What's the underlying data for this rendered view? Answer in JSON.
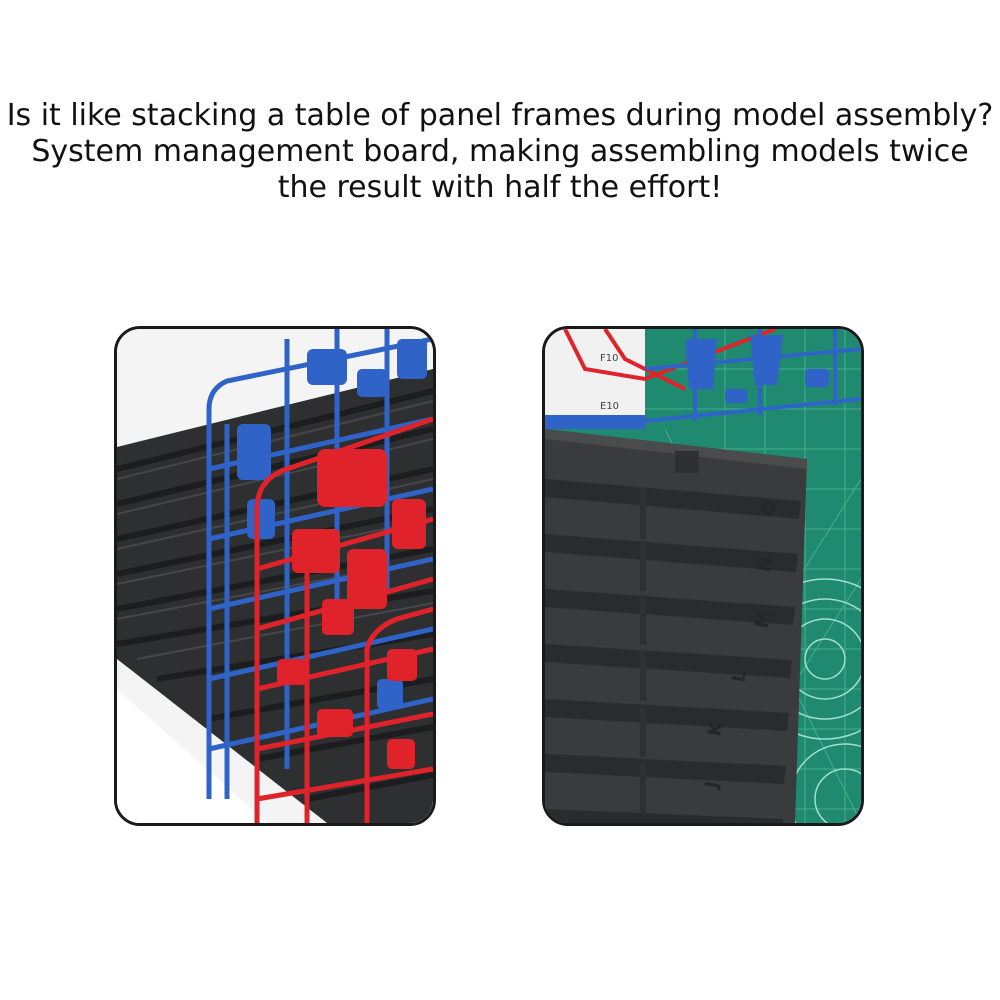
{
  "headline": {
    "line1": "Is it like stacking a table of panel frames during model assembly?",
    "line2": "System management board, making assembling models twice",
    "line3": "the result with half the effort!"
  },
  "photos": {
    "left": {
      "subject": "Black runner rack holding blue and red model kit sprues",
      "colors": {
        "rack": "#2e2f31",
        "blue_sprue": "#2f63c7",
        "red_sprue": "#e0222a",
        "background": "#f4f4f4"
      }
    },
    "right": {
      "subject": "Black lettered management board on green cutting mat",
      "slot_letters": [
        "O",
        "N",
        "M",
        "L",
        "K",
        "J"
      ],
      "sprue_tags": [
        "F10",
        "E10"
      ],
      "colors": {
        "board": "#3a3b3d",
        "mat": "#1f8a6f",
        "mat_lines": "#7fd1bd",
        "red_sprue": "#e0222a",
        "blue_sprue": "#2f63c7"
      }
    }
  }
}
